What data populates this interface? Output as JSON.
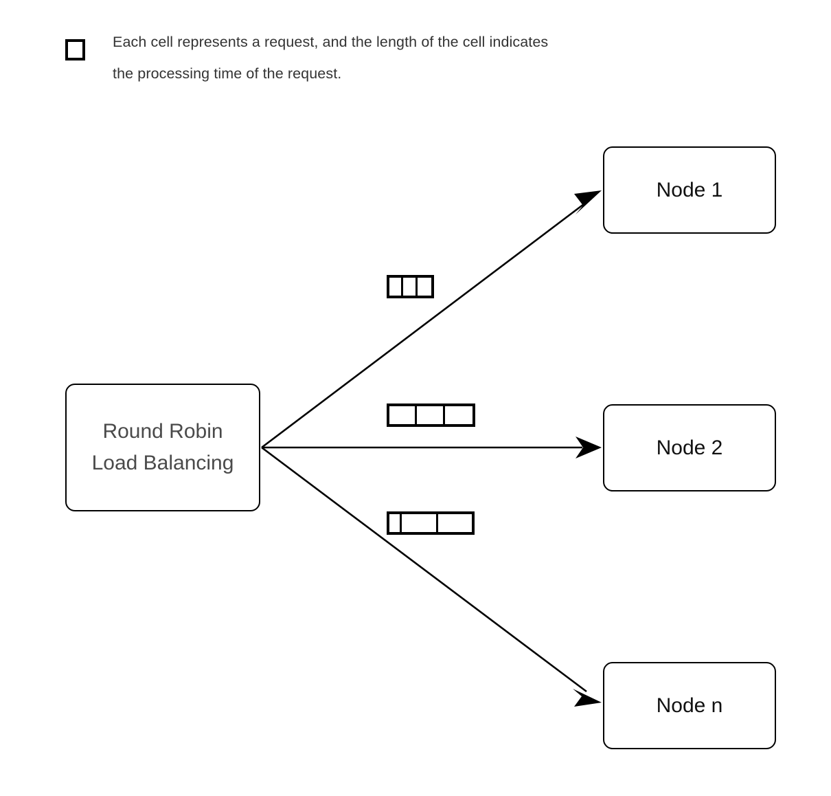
{
  "diagram": {
    "title": "Round Robin Load Balancing",
    "background_color": "#ffffff",
    "line_color": "#000000"
  },
  "legend": {
    "swatch_icon": "empty-square-icon",
    "caption": "Each cell represents a request, and the length of the cell indicates\nthe processing time of the request."
  },
  "balancer": {
    "label": "Round Robin\nLoad Balancing",
    "text_color": "#4a4a4a"
  },
  "nodes": [
    {
      "id": "node1",
      "label": "Node 1"
    },
    {
      "id": "node2",
      "label": "Node 2"
    },
    {
      "id": "noden",
      "label": "Node n"
    }
  ],
  "edges": [
    {
      "from": "balancer",
      "to": "node1",
      "direction": "up-right",
      "arrowhead": "filled-triangle"
    },
    {
      "from": "balancer",
      "to": "node2",
      "direction": "horizontal",
      "arrowhead": "filled-triangle"
    },
    {
      "from": "balancer",
      "to": "noden",
      "direction": "down-right",
      "arrowhead": "filled-triangle"
    }
  ],
  "request_strips": [
    {
      "id": "strip-node1",
      "for_node": "node1",
      "cell_count": 3,
      "cell_widths": [
        23,
        23,
        23
      ]
    },
    {
      "id": "strip-node2",
      "for_node": "node2",
      "cell_count": 3,
      "cell_widths": [
        43,
        43,
        43
      ]
    },
    {
      "id": "strip-noden",
      "for_node": "noden",
      "cell_count": 3,
      "cell_widths": [
        18,
        62,
        48
      ]
    }
  ]
}
